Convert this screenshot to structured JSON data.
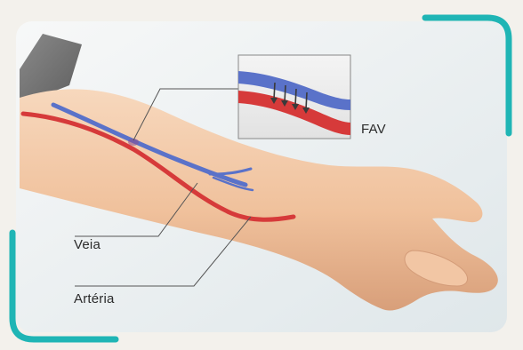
{
  "labels": {
    "fav": "FAV",
    "vein": "Veia",
    "artery": "Artéria"
  },
  "colors": {
    "background": "#f3f1ec",
    "panel": "#e8eef0",
    "accent_frame": "#1fb5b5",
    "skin": "#f2c9a8",
    "vein": "#5a72c9",
    "artery": "#d63a3a",
    "leader_line": "#555555"
  },
  "icons": {
    "flow_arrows": "down-arrow-icon"
  }
}
